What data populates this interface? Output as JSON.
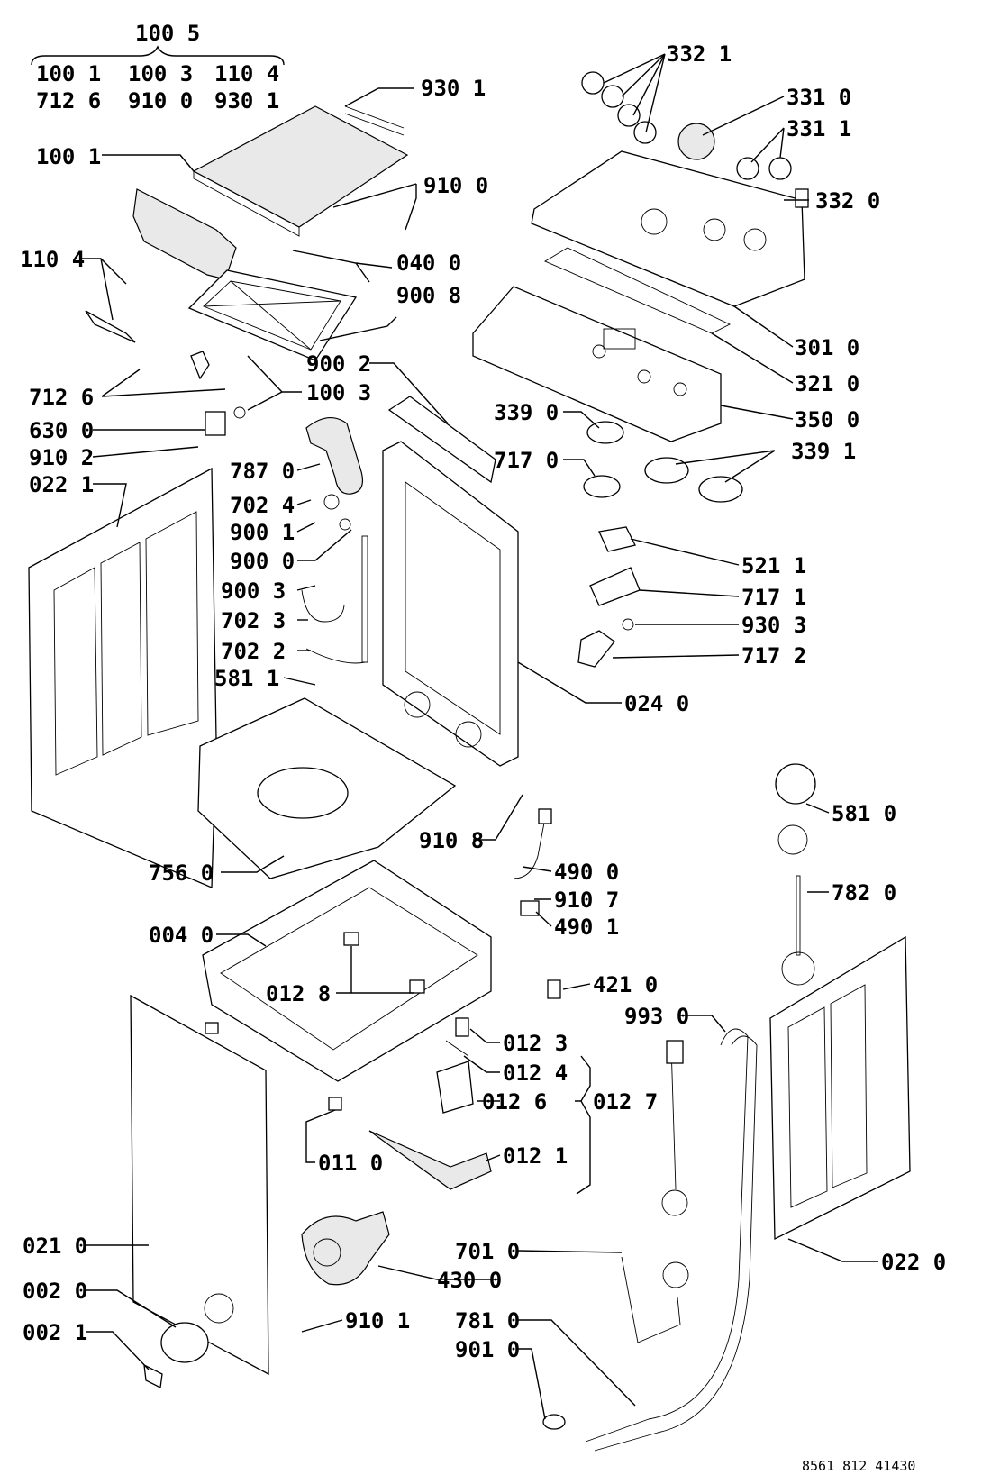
{
  "labels": [
    "100 5",
    "100 1",
    "100 3",
    "110 4",
    "712 6",
    "910 0",
    "930 1",
    "930 1",
    "100 1",
    "910 0",
    "110 4",
    "040 0",
    "900 8",
    "900 2",
    "100 3",
    "712 6",
    "630 0",
    "910 2",
    "022 1",
    "787 0",
    "702 4",
    "900 1",
    "900 0",
    "900 3",
    "702 3",
    "702 2",
    "581 1",
    "332 1",
    "331 0",
    "331 1",
    "332 0",
    "301 0",
    "321 0",
    "350 0",
    "339 0",
    "717 0",
    "339 1",
    "521 1",
    "717 1",
    "930 3",
    "717 2",
    "024 0",
    "581 0",
    "910 8",
    "756 0",
    "490 0",
    "910 7",
    "490 1",
    "782 0",
    "004 0",
    "012 8",
    "421 0",
    "993 0",
    "012 3",
    "012 4",
    "012 6",
    "012 7",
    "012 1",
    "011 0",
    "021 0",
    "701 0",
    "430 0",
    "022 0",
    "002 0",
    "910 1",
    "002 1",
    "781 0",
    "901 0"
  ],
  "footer": "8561 812 41430"
}
